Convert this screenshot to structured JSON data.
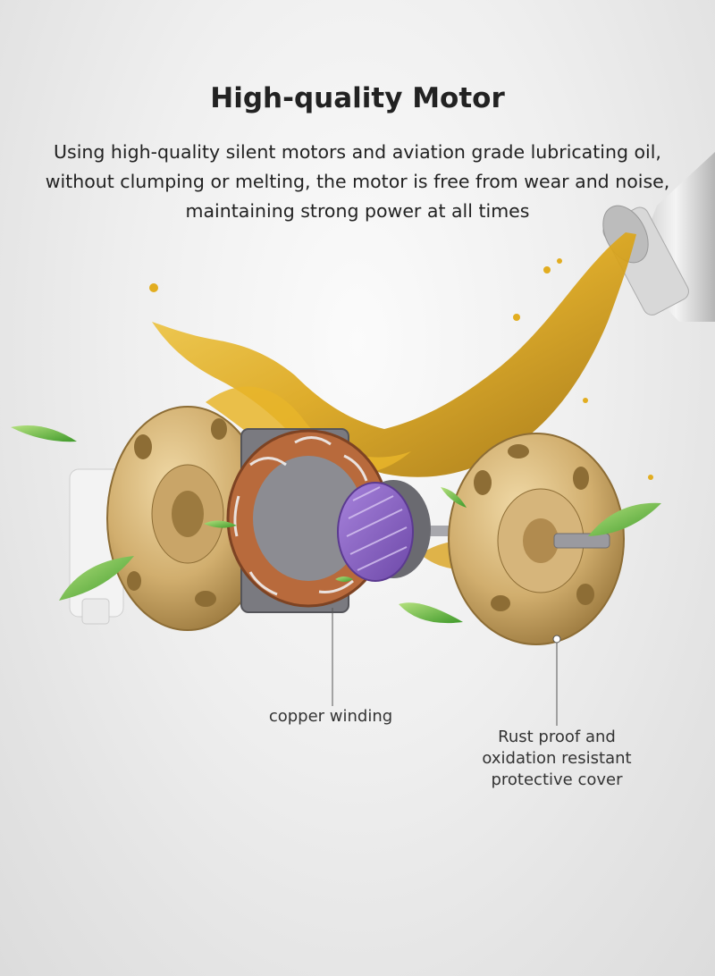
{
  "header": {
    "title": "High-quality Motor",
    "description": "Using high-quality silent motors and aviation grade lubricating oil, without clumping or melting, the motor is free from wear and noise, maintaining strong power at all times"
  },
  "callouts": {
    "copper_winding": "copper winding",
    "cover": "Rust proof and oxidation resistant protective cover"
  },
  "colors": {
    "oil": "#e0ae1e",
    "brass": "#cfae74",
    "copper": "#b86a3c",
    "rotor": "#8a63c2",
    "leaf": "#7cc44b"
  }
}
